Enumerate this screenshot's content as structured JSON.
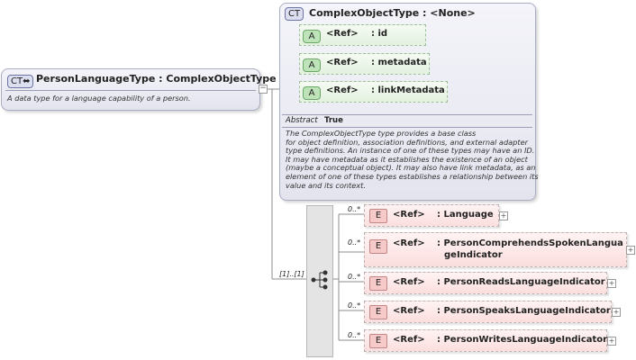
{
  "main_type": {
    "badge": "CT",
    "title": "PersonLanguageType : ComplexObjectType",
    "description": "A data type for a language capability of a person."
  },
  "base_type": {
    "badge": "CT",
    "title": "ComplexObjectType : <None>",
    "attributes": [
      {
        "badge": "A",
        "ref": "<Ref>",
        "name": ": id"
      },
      {
        "badge": "A",
        "ref": "<Ref>",
        "name": ": metadata"
      },
      {
        "badge": "A",
        "ref": "<Ref>",
        "name": ": linkMetadata"
      }
    ],
    "abstract_label": "Abstract",
    "abstract_value": "True",
    "description": [
      "The ComplexObjectType type provides a base class",
      "for object definition, association definitions, and external adapter",
      "type definitions. An instance of one of these types may have an ID.",
      "It may have metadata as it establishes the existence of an object",
      "(maybe a conceptual object). It may also have link metadata, as an",
      "element of one of these types establishes a relationship between its",
      "value and its context."
    ]
  },
  "sequence": {
    "cardinality": "[1]..[1]"
  },
  "elements": [
    {
      "badge": "E",
      "cardinality": "0..*",
      "ref": "<Ref>",
      "name_lines": [
        ": Language"
      ]
    },
    {
      "badge": "E",
      "cardinality": "0..*",
      "ref": "<Ref>",
      "name_lines": [
        ": PersonComprehendsSpokenLangua",
        "geIndicator"
      ]
    },
    {
      "badge": "E",
      "cardinality": "0..*",
      "ref": "<Ref>",
      "name_lines": [
        ": PersonReadsLanguageIndicator"
      ]
    },
    {
      "badge": "E",
      "cardinality": "0..*",
      "ref": "<Ref>",
      "name_lines": [
        ": PersonSpeaksLanguageIndicator"
      ]
    },
    {
      "badge": "E",
      "cardinality": "0..*",
      "ref": "<Ref>",
      "name_lines": [
        ": PersonWritesLanguageIndicator"
      ]
    }
  ]
}
